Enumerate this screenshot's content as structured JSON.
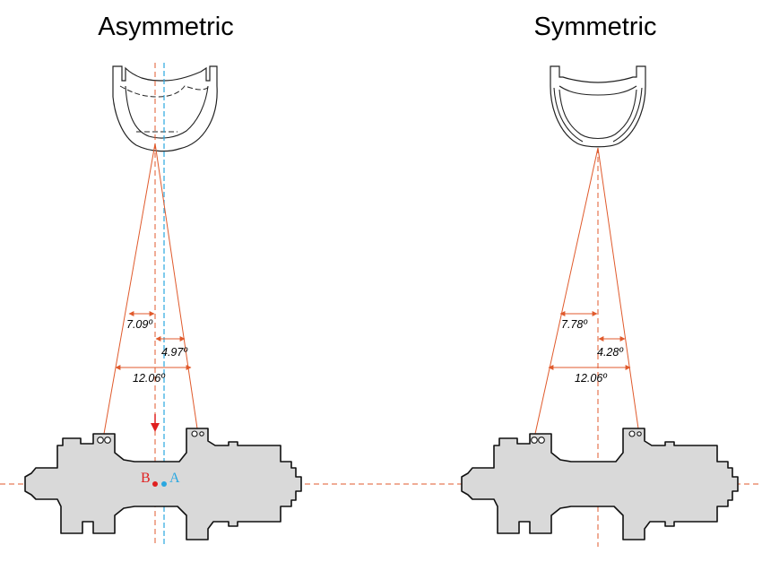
{
  "colors": {
    "red": "#e05a2c",
    "blue": "#2aa7e0",
    "point_b": "#e02020",
    "hub_fill": "#d9d9d9"
  },
  "left": {
    "title": "Asymmetric",
    "angle_left": "7.09º",
    "angle_right": "4.97º",
    "angle_total": "12.06º",
    "point_b": "B",
    "point_a": "A"
  },
  "right": {
    "title": "Symmetric",
    "angle_left": "7.78º",
    "angle_right": "4.28º",
    "angle_total": "12.06º"
  }
}
